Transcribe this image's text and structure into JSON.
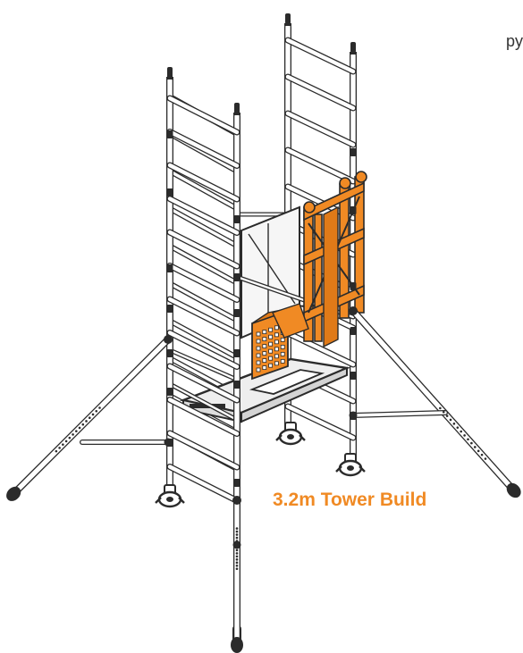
{
  "corner_text": "py",
  "caption": "3.2m Tower Build",
  "colors": {
    "accent": "#f08a24",
    "outline": "#2b2b2b",
    "frame_fill": "#ffffff",
    "deck_fill": "#eeeeee",
    "text": "#333333"
  },
  "icons": {
    "tower": "scaffold-tower-illustration",
    "frame": "ladder-frame-icon",
    "hatch": "trapdoor-hatch-icon",
    "outrigger": "stabiliser-outrigger-icon"
  }
}
